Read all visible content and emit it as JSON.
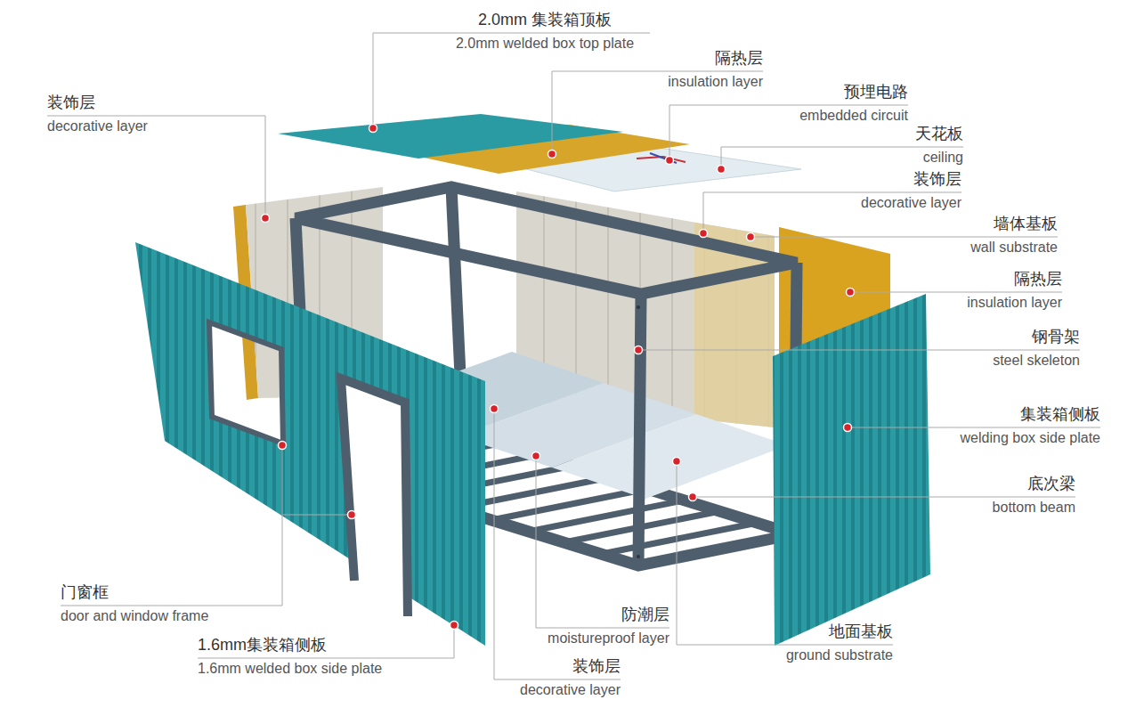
{
  "diagram": {
    "labels": [
      "2.0mm 集装箱顶板",
      "2.0mm welded box top plate",
      "隔热层",
      "insulation layer",
      "装饰层",
      "decorative layer",
      "预埋电路",
      "embedded circuit",
      "天花板",
      "ceiling",
      "装饰层",
      "decorative layer",
      "墙体基板",
      "wall substrate",
      "隔热层",
      "insulation layer",
      "钢骨架",
      "steel skeleton",
      "集装箱侧板",
      "welding box side plate",
      "底次梁",
      "bottom beam",
      "门窗框",
      "door and window frame",
      "防潮层",
      "moistureproof layer",
      "地面基板",
      "ground substrate",
      "1.6mm集装箱侧板",
      "1.6mm welded box side plate",
      "装饰层",
      "decorative layer"
    ]
  }
}
